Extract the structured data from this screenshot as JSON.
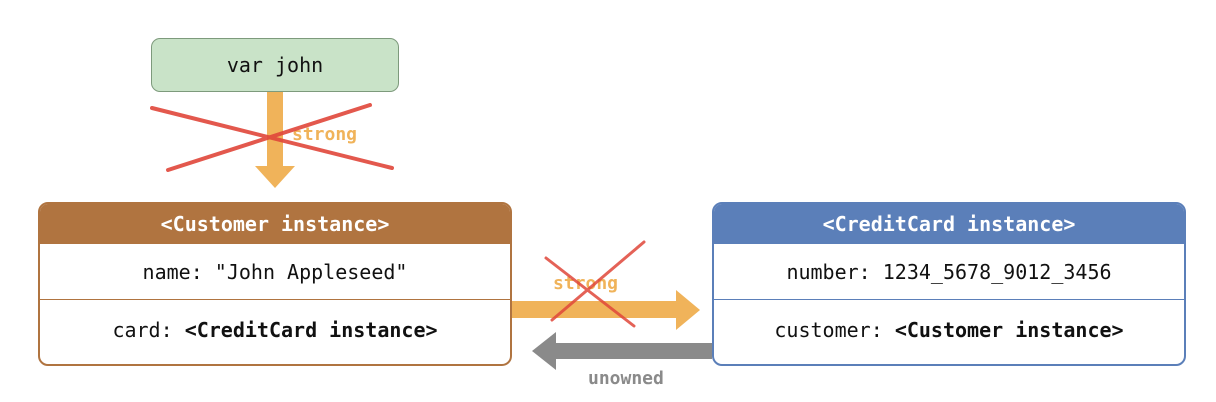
{
  "variable": {
    "label": "var john"
  },
  "customer": {
    "title": "<Customer instance>",
    "name_label": "name: ",
    "name_value": "\"John Appleseed\"",
    "card_label": "card: ",
    "card_value": "<CreditCard instance>"
  },
  "creditcard": {
    "title": "<CreditCard instance>",
    "number_label": "number: ",
    "number_value": "1234_5678_9012_3456",
    "customer_label": "customer: ",
    "customer_value": "<Customer instance>"
  },
  "references": {
    "john_to_customer": "strong",
    "customer_to_card": "strong",
    "card_to_customer": "unowned"
  },
  "colors": {
    "strong_arrow": "#f0b35a",
    "unowned_arrow": "#8a8a8a",
    "cross_out": "#e0473a",
    "customer_header": "#b07440",
    "creditcard_header": "#5b7fb9",
    "variable_fill": "#c9e3c8"
  }
}
